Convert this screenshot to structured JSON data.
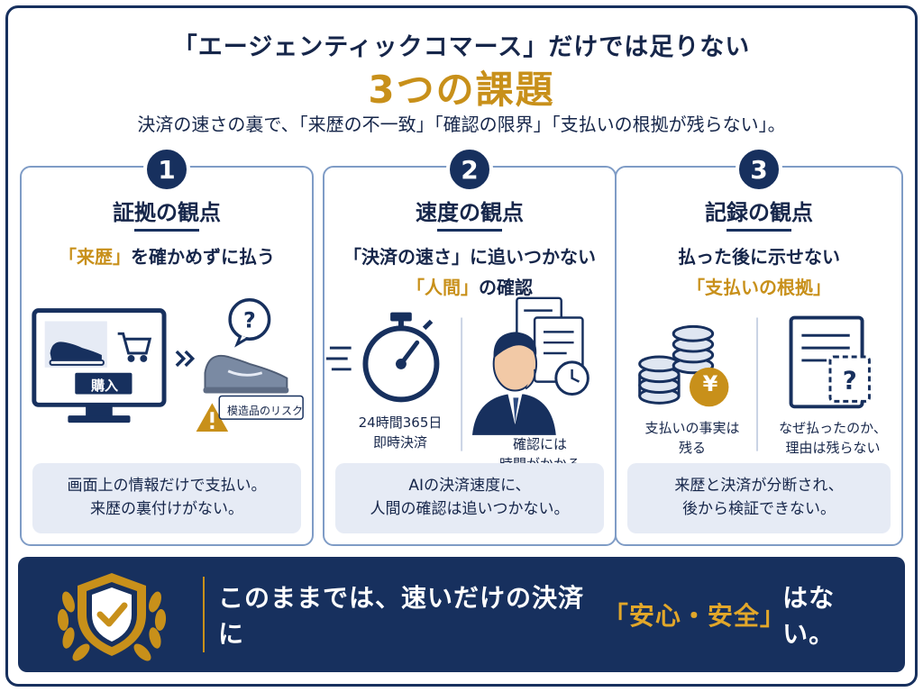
{
  "header": {
    "title": "「エージェンティックコマース」だけでは足りない",
    "headline": "3つの課題",
    "lead": "決済の速さの裏で、「来歴の不一致」「確認の限界」「支払いの根拠が残らない」。"
  },
  "cards": [
    {
      "number": "1",
      "heading": "証拠の観点",
      "sub_gold": "「来歴」",
      "sub_rest": "を確かめずに払う",
      "buy_label": "購入",
      "risk_label": "模造品のリスク",
      "foot_line1": "画面上の情報だけで支払い。",
      "foot_line2": "来歴の裏付けがない。"
    },
    {
      "number": "2",
      "heading": "速度の観点",
      "sub_line1": "「決済の速さ」に追いつかない",
      "sub_gold": "「人間」",
      "sub_rest": "の確認",
      "cap_left_1": "24時間365日",
      "cap_left_2": "即時決済",
      "cap_right_1": "確認には",
      "cap_right_2": "時間がかかる",
      "foot_line1": "AIの決済速度に、",
      "foot_line2": "人間の確認は追いつかない。"
    },
    {
      "number": "3",
      "heading": "記録の観点",
      "sub_line1": "払った後に示せない",
      "sub_gold": "「支払いの根拠」",
      "yen": "¥",
      "cap_left_1": "支払いの事実は",
      "cap_left_2": "残る",
      "cap_right_1": "なぜ払ったのか、",
      "cap_right_2": "理由は残らない",
      "foot_line1": "来歴と決済が分断され、",
      "foot_line2": "後から検証できない。"
    }
  ],
  "banner": {
    "text_before": "このままでは、速いだけの決済に",
    "text_gold": "「安心・安全」",
    "text_after": "はない。"
  },
  "colors": {
    "navy": "#17305e",
    "gold": "#c8901a",
    "pale": "#e6ebf5"
  }
}
